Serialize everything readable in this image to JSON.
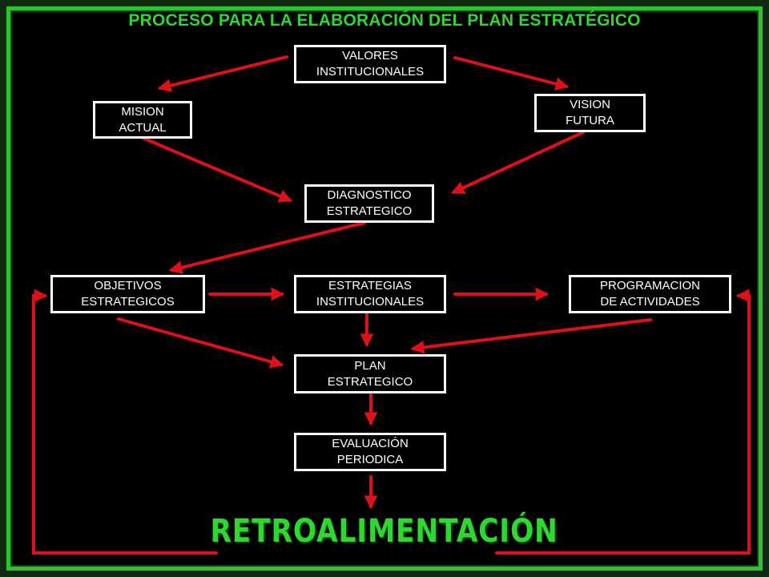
{
  "title": "PROCESO PARA LA ELABORACIÓN DEL PLAN ESTRATÉGICO",
  "nodes": {
    "valores": {
      "line1": "VALORES",
      "line2": "INSTITUCIONALES"
    },
    "mision": {
      "line1": "MISION",
      "line2": "ACTUAL"
    },
    "vision": {
      "line1": "VISION",
      "line2": "FUTURA"
    },
    "diagnostico": {
      "line1": "DIAGNOSTICO",
      "line2": "ESTRATEGICO"
    },
    "objetivos": {
      "line1": "OBJETIVOS",
      "line2": "ESTRATEGICOS"
    },
    "estrategias": {
      "line1": "ESTRATEGIAS",
      "line2": "INSTITUCIONALES"
    },
    "programacion": {
      "line1": "PROGRAMACION",
      "line2": "DE ACTIVIDADES"
    },
    "plan": {
      "line1": "PLAN",
      "line2": "ESTRATEGICO"
    },
    "evaluacion": {
      "line1": "EVALUACIÓN",
      "line2": "PERIODICA"
    }
  },
  "footer_label": "RETROALIMENTACIÓN",
  "colors": {
    "background": "#000000",
    "title_green": "#2fd82f",
    "arrow_red": "#e0101a",
    "box_border": "#ffffff"
  }
}
